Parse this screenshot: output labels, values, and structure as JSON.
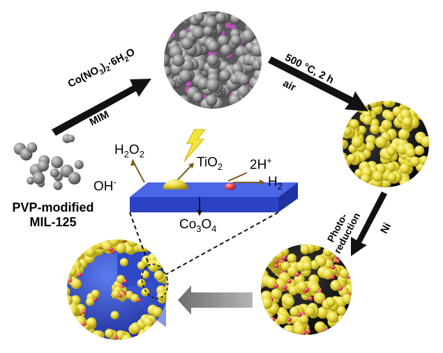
{
  "start_material": {
    "line1": "PVP-modified",
    "line2": "MIL-125"
  },
  "step1": {
    "reagent_main": "Co(NO",
    "reagent_sub1": "3",
    "reagent_mid": ")",
    "reagent_sub2": "2",
    "reagent_tail": "·6H",
    "reagent_sub3": "2",
    "reagent_end": "O",
    "condition": "MIM"
  },
  "step2": {
    "condition": "500 °C, 2 h",
    "atmosphere": "air"
  },
  "step3": {
    "method_line1": "Photo-",
    "method_line2": "reduction",
    "metal": "Ni"
  },
  "mechanism": {
    "h2o2_a": "H",
    "h2o2_sub1": "2",
    "h2o2_b": "O",
    "h2o2_sub2": "2",
    "oh": "OH",
    "oh_sup": "-",
    "tio2_a": "TiO",
    "tio2_sub": "2",
    "h_plus_a": "2H",
    "h_plus_sup": "+",
    "h2_a": "H",
    "h2_sub": "2",
    "co3o4_a": "Co",
    "co3o4_sub1": "3",
    "co3o4_b": "O",
    "co3o4_sub2": "4"
  },
  "colors": {
    "gray_particle": "#8a8a8a",
    "yellow_particle": "#e8d93a",
    "blue_core": "#3b5bd9",
    "red_dot": "#e23a4a",
    "pink_network": "#c04ec0",
    "lightning": "#f3e53a",
    "arrow_dark": "#111111",
    "arrow_gray": "#8c8c8c"
  }
}
